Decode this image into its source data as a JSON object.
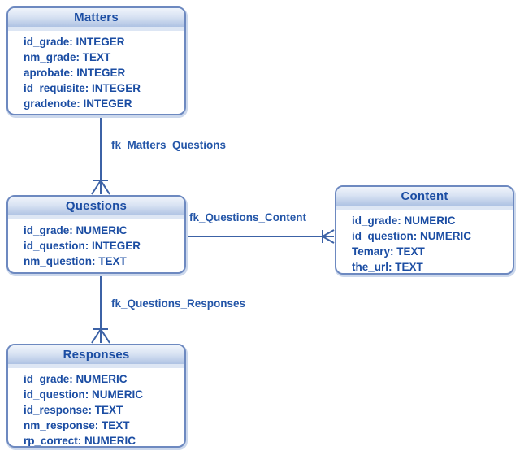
{
  "diagram_type": "entity-relationship",
  "colors": {
    "background": "#ffffff",
    "entity_border": "#6d89c0",
    "entity_shadow": "#ccd8ec",
    "entity_header_top": "#eff4fb",
    "entity_header_bottom": "#aec2e3",
    "entity_header_strip": "#dde6f4",
    "entity_title_text": "#1b4da3",
    "field_text": "#1b4da3",
    "relationship_line": "#3c62a6",
    "relationship_label_text": "#2456a8"
  },
  "entities": [
    {
      "name": "Matters",
      "fields": [
        "id_grade: INTEGER",
        "nm_grade: TEXT",
        "aprobate: INTEGER",
        "id_requisite: INTEGER",
        "gradenote: INTEGER"
      ]
    },
    {
      "name": "Questions",
      "fields": [
        "id_grade: NUMERIC",
        "id_question: INTEGER",
        "nm_question: TEXT"
      ]
    },
    {
      "name": "Content",
      "fields": [
        "id_grade: NUMERIC",
        "id_question: NUMERIC",
        "Temary: TEXT",
        "the_url: TEXT"
      ]
    },
    {
      "name": "Responses",
      "fields": [
        "id_grade: NUMERIC",
        "id_question: NUMERIC",
        "id_response: TEXT",
        "nm_response: TEXT",
        "rp_correct: NUMERIC"
      ]
    }
  ],
  "relationships": [
    {
      "label": "fk_Matters_Questions",
      "from": "Matters",
      "to": "Questions",
      "cardinality": "one-to-many"
    },
    {
      "label": "fk_Questions_Content",
      "from": "Questions",
      "to": "Content",
      "cardinality": "one-to-many"
    },
    {
      "label": "fk_Questions_Responses",
      "from": "Questions",
      "to": "Responses",
      "cardinality": "one-to-many"
    }
  ]
}
